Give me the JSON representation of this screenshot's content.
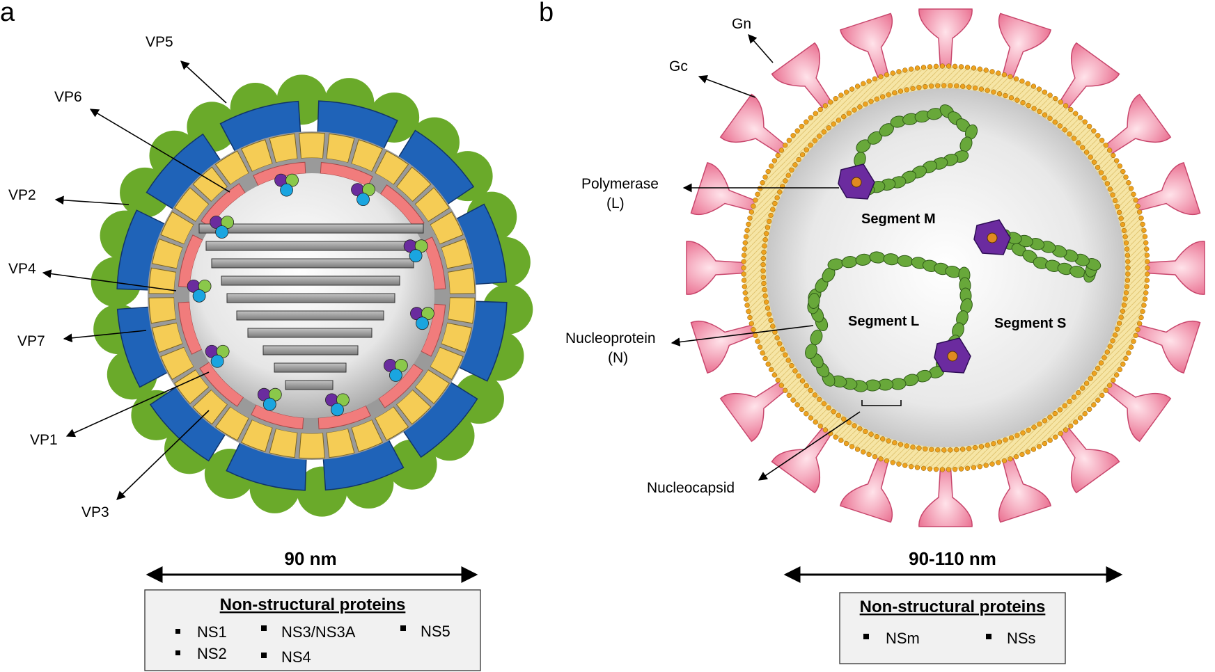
{
  "panels": {
    "a": {
      "letter": "a",
      "labels": [
        "VP5",
        "VP6",
        "VP2",
        "VP4",
        "VP7",
        "VP1",
        "VP3"
      ],
      "size": "90 nm",
      "ns_title": "Non-structural proteins",
      "ns_items": [
        "NS1",
        "NS3/NS3A",
        "NS5",
        "NS2",
        "NS4"
      ]
    },
    "b": {
      "letter": "b",
      "labels": {
        "gn": "Gn",
        "gc": "Gc",
        "polymerase_1": "Polymerase",
        "polymerase_2": "(L)",
        "nucleoprotein_1": "Nucleoprotein",
        "nucleoprotein_2": "(N)",
        "nucleocapsid": "Nucleocapsid"
      },
      "segments": [
        "Segment M",
        "Segment S",
        "Segment L"
      ],
      "size": "90-110 nm",
      "ns_title": "Non-structural proteins",
      "ns_items": [
        "NSm",
        "NSs"
      ]
    }
  },
  "colors": {
    "vp7_blue": "#1f63b8",
    "vp5_green": "#6aaa2a",
    "vp6_yellow": "#f5cc55",
    "vp3_salmon": "#f17c7c",
    "vp1_cyan": "#1aa5e0",
    "vp4_purple": "#6a2c9e",
    "vp_light_green": "#8ac84a",
    "nucleoprotein_green": "#68a83a",
    "polymerase_purple": "#6b2b9f",
    "glycoprotein_pink": "#e85a7f",
    "membrane_yellow": "#f2dc92",
    "membrane_orange": "#eea21f"
  }
}
